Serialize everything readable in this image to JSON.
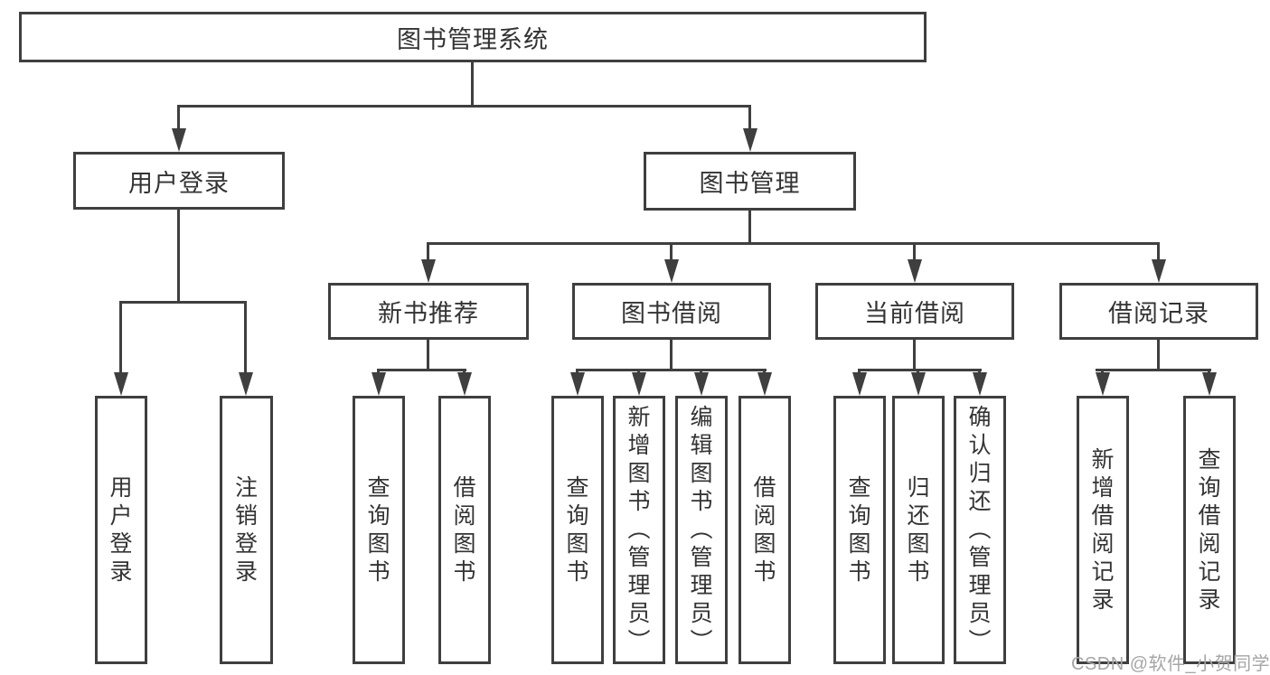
{
  "diagram": {
    "type": "tree",
    "root": {
      "label": "图书管理系统",
      "children": [
        {
          "label": "用户登录",
          "children": [
            {
              "label": "用户登录"
            },
            {
              "label": "注销登录"
            }
          ]
        },
        {
          "label": "图书管理",
          "children": [
            {
              "label": "新书推荐",
              "children": [
                {
                  "label": "查询图书"
                },
                {
                  "label": "借阅图书"
                }
              ]
            },
            {
              "label": "图书借阅",
              "children": [
                {
                  "label": "查询图书"
                },
                {
                  "label": "新增图书（管理员）"
                },
                {
                  "label": "编辑图书（管理员）"
                },
                {
                  "label": "借阅图书"
                }
              ]
            },
            {
              "label": "当前借阅",
              "children": [
                {
                  "label": "查询图书"
                },
                {
                  "label": "归还图书"
                },
                {
                  "label": "确认归还（管理员）"
                }
              ]
            },
            {
              "label": "借阅记录",
              "children": [
                {
                  "label": "新增借阅记录"
                },
                {
                  "label": "查询借阅记录"
                }
              ]
            }
          ]
        }
      ]
    },
    "watermark": "CSDN @软件_小贺同学",
    "colors": {
      "line": "#3f3f3f",
      "text": "#333333",
      "watermark": "#a6a6a6",
      "background": "#ffffff"
    }
  }
}
